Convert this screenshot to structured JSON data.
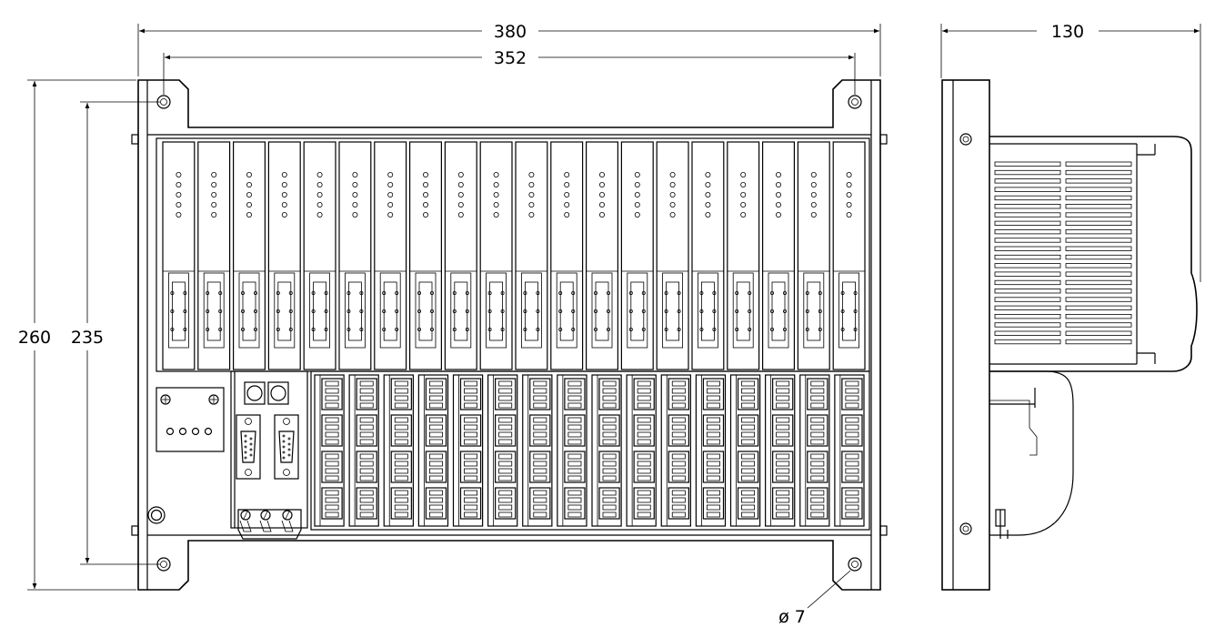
{
  "dimensions": {
    "overall_width": "380",
    "hole_spacing_width": "352",
    "side_depth": "130",
    "overall_height": "260",
    "hole_spacing_height": "235",
    "hole_diameter": "ø 7"
  },
  "front_view": {
    "io_module_count": 20,
    "terminal_column_count": 16,
    "terminal_rows_per_column": 4,
    "led_dots_per_module": 5,
    "power_module_led_count": 4,
    "dsub_connector_count": 2
  },
  "side_view": {
    "vent_slot_rows": 22
  }
}
